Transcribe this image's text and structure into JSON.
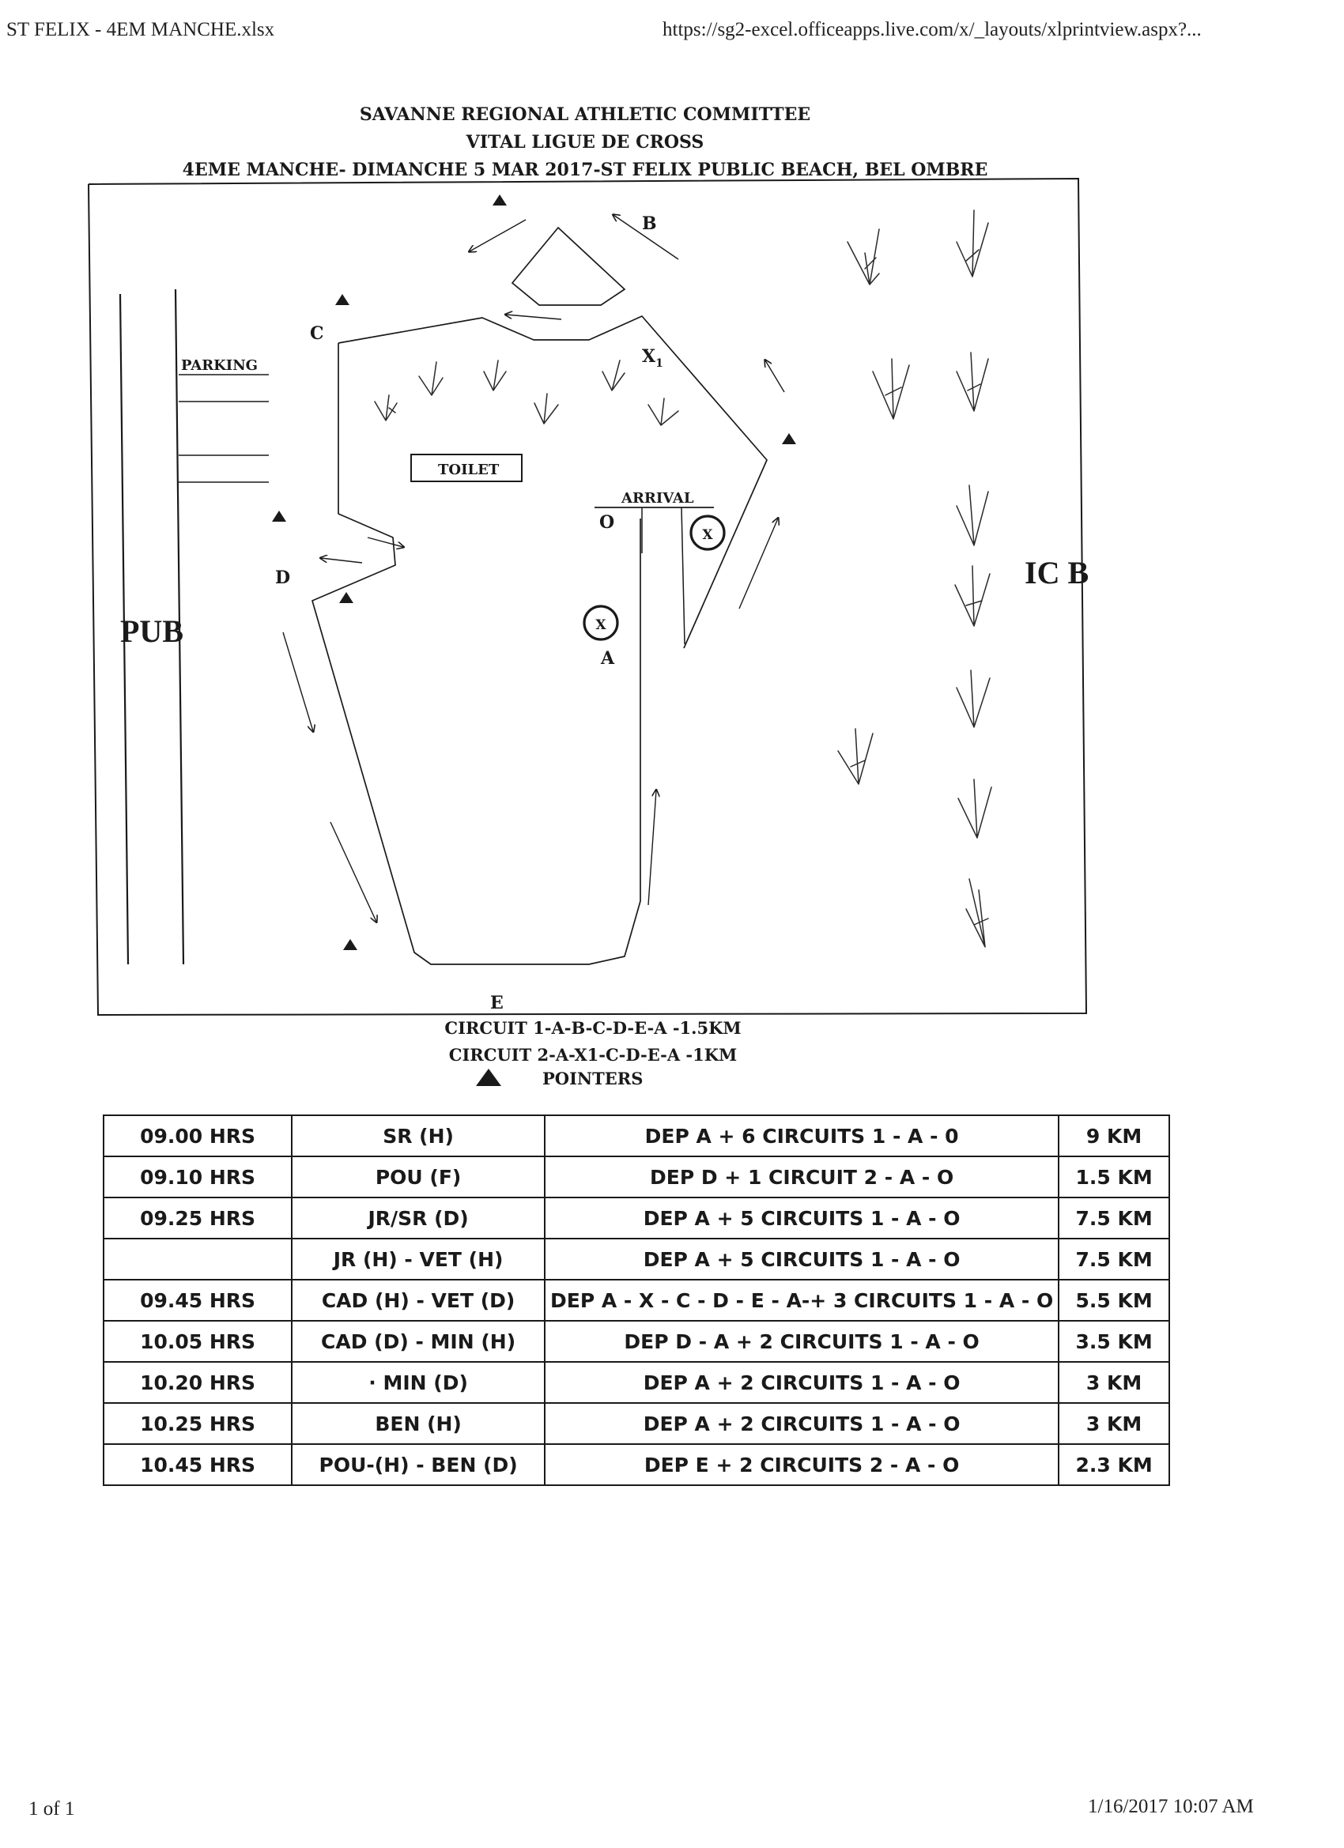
{
  "print_header": {
    "filename": "ST FELIX - 4EM MANCHE.xlsx",
    "url": "https://sg2-excel.officeapps.live.com/x/_layouts/xlprintview.aspx?..."
  },
  "title": {
    "line1": "SAVANNE REGIONAL ATHLETIC COMMITTEE",
    "line2": "VITAL LIGUE DE CROSS",
    "line3": "4EME MANCHE- DIMANCHE 5 MAR 2017-ST FELIX PUBLIC BEACH, BEL OMBRE"
  },
  "map": {
    "label_b": "B",
    "label_c": "C",
    "label_d": "D",
    "label_e": "E",
    "label_x1": "X",
    "label_x1_sub": "1",
    "label_o": "O",
    "label_a": "A",
    "parking": "PARKING",
    "toilet": "TOILET",
    "arrival": "ARRIVAL",
    "pub": "PUB",
    "ic_b": "IC B",
    "marker_x": "X"
  },
  "circuits": {
    "circuit1": "CIRCUIT 1-A-B-C-D-E-A -1.5KM",
    "circuit2": "CIRCUIT 2-A-X1-C-D-E-A -1KM",
    "pointers": "POINTERS"
  },
  "schedule": [
    {
      "time": "09.00 HRS",
      "category": "SR (H)",
      "route": "DEP A + 6 CIRCUITS 1 - A - 0",
      "distance": "9 KM"
    },
    {
      "time": "09.10 HRS",
      "category": "POU (F)",
      "route": "DEP D + 1 CIRCUIT 2 - A - O",
      "distance": "1.5 KM"
    },
    {
      "time": "09.25 HRS",
      "category": "JR/SR (D)",
      "route": "DEP A + 5 CIRCUITS 1 - A - O",
      "distance": "7.5 KM"
    },
    {
      "time": "",
      "category": "JR (H) - VET (H)",
      "route": "DEP A + 5 CIRCUITS 1 - A - O",
      "distance": "7.5 KM"
    },
    {
      "time": "09.45 HRS",
      "category": "CAD (H) - VET (D)",
      "route": "DEP A - X - C - D - E - A-+ 3 CIRCUITS 1 - A - O",
      "distance": "5.5 KM"
    },
    {
      "time": "10.05 HRS",
      "category": "CAD (D) - MIN (H)",
      "route": "DEP D - A  + 2 CIRCUITS 1 - A - O",
      "distance": "3.5 KM"
    },
    {
      "time": "10.20 HRS",
      "category": "· MIN (D)",
      "route": "DEP A + 2 CIRCUITS 1 - A - O",
      "distance": "3 KM"
    },
    {
      "time": "10.25 HRS",
      "category": "BEN (H)",
      "route": "DEP A + 2 CIRCUITS 1 - A - O",
      "distance": "3 KM"
    },
    {
      "time": "10.45 HRS",
      "category": "POU-(H) - BEN (D)",
      "route": "DEP E + 2 CIRCUITS 2 - A - O",
      "distance": "2.3 KM"
    }
  ],
  "footer": {
    "page": "1 of 1",
    "timestamp": "1/16/2017 10:07 AM"
  }
}
